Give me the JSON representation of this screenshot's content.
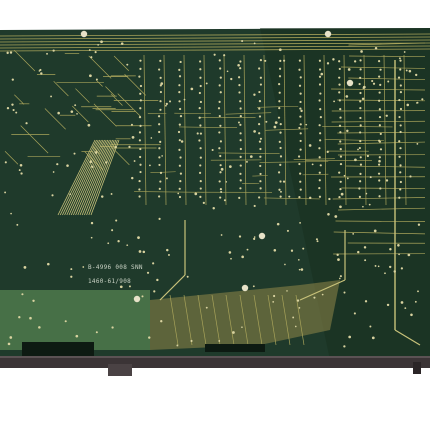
{
  "photo": {
    "subject": "circuit board",
    "silkscreen": {
      "line_1": "B-4996 008 SNN",
      "line_2": "1460-61/908"
    },
    "colors": {
      "background": "#ffffff",
      "board": "#1f3a2b",
      "board_dark": "#142a1f",
      "trace": "#a9a45a",
      "trace_light": "#c8c27a",
      "pad": "#d9d3a0",
      "gold_lower": "#b5a866",
      "green_patch": "#4f7a4c",
      "rail": "#3b3436"
    }
  }
}
